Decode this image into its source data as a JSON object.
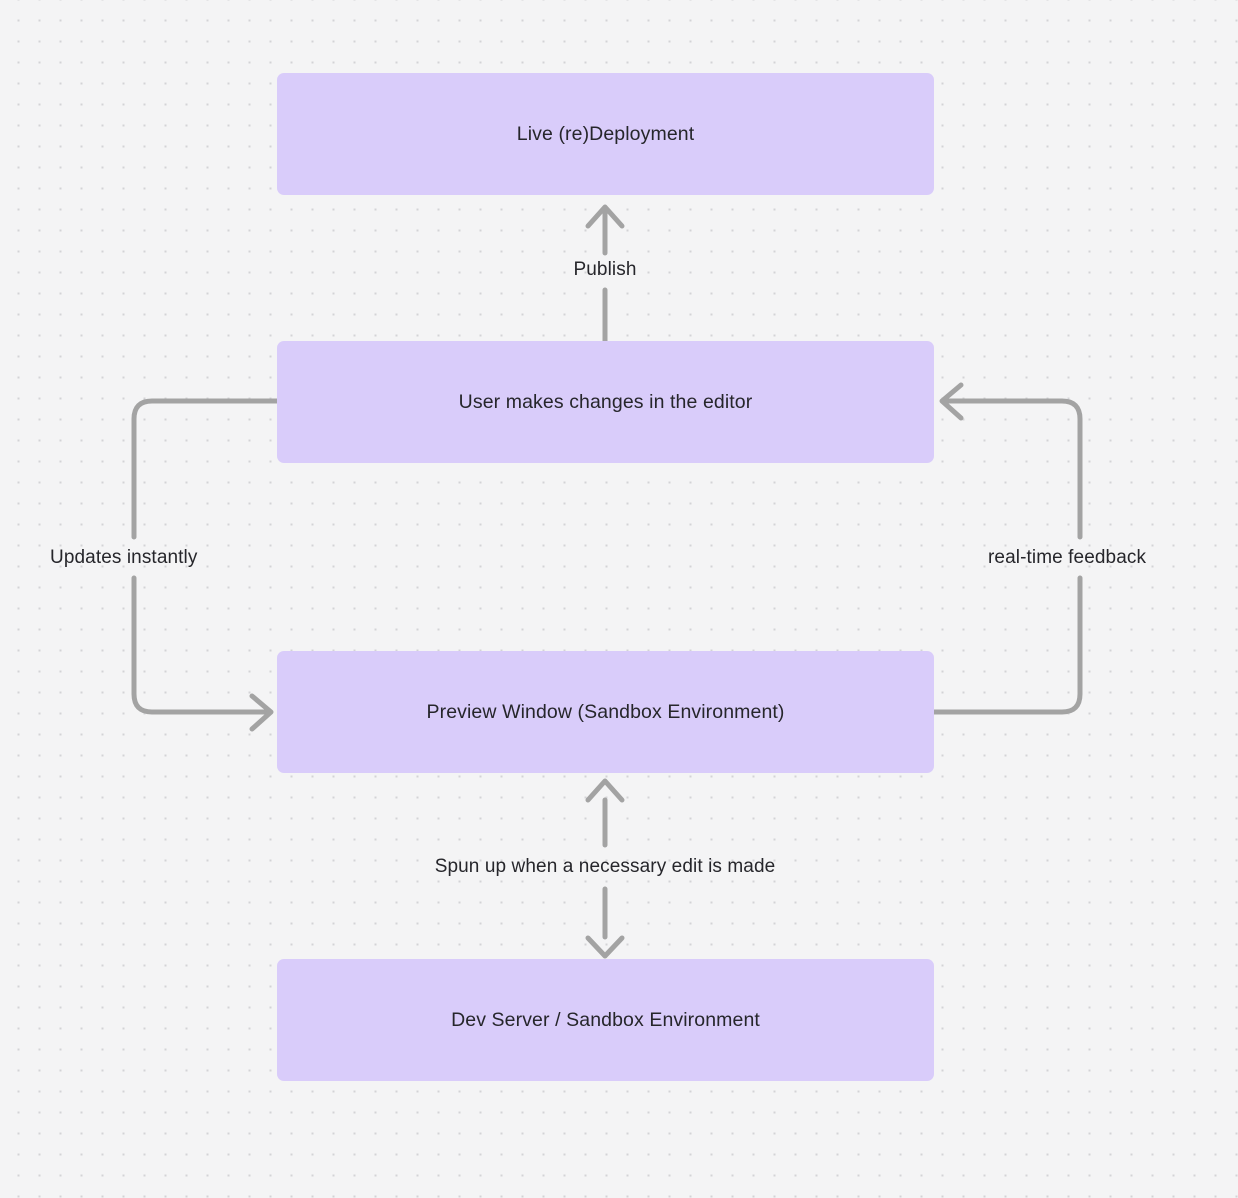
{
  "diagram": {
    "type": "flowchart",
    "background_color": "#f4f4f5",
    "node_color": "#d9ccfa",
    "edge_color": "#a3a3a3",
    "text_color": "#26262b",
    "nodes": [
      {
        "id": "live-deployment",
        "label": "Live (re)Deployment"
      },
      {
        "id": "user-edits",
        "label": "User makes changes in the editor"
      },
      {
        "id": "preview-window",
        "label": "Preview Window (Sandbox Environment)"
      },
      {
        "id": "dev-server",
        "label": "Dev Server / Sandbox Environment"
      }
    ],
    "edges": [
      {
        "id": "publish",
        "label": "Publish",
        "from": "user-edits",
        "to": "live-deployment"
      },
      {
        "id": "updates",
        "label": "Updates instantly",
        "from": "user-edits",
        "to": "preview-window"
      },
      {
        "id": "feedback",
        "label": "real-time feedback",
        "from": "preview-window",
        "to": "user-edits"
      },
      {
        "id": "spin-up",
        "label": "Spun up when a necessary edit is made",
        "from": "preview-window",
        "to": "dev-server",
        "bidirectional": true
      }
    ]
  }
}
